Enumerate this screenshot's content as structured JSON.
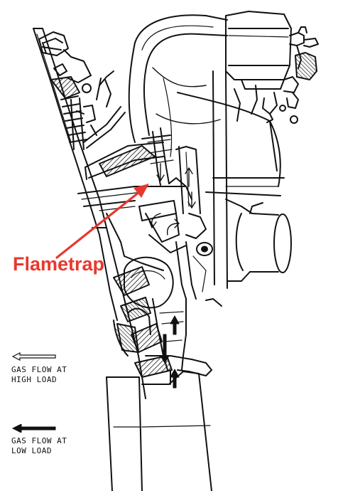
{
  "colors": {
    "line": "#111111",
    "callout": "#e8382e"
  },
  "callout": {
    "label": "Flametrap"
  },
  "legend": {
    "high": {
      "line1": "GAS FLOW AT",
      "line2": "HIGH LOAD",
      "arrow_style": "hollow-arrow-icon"
    },
    "low": {
      "line1": "GAS FLOW AT",
      "line2": "LOW LOAD",
      "arrow_style": "solid-arrow-icon"
    }
  }
}
